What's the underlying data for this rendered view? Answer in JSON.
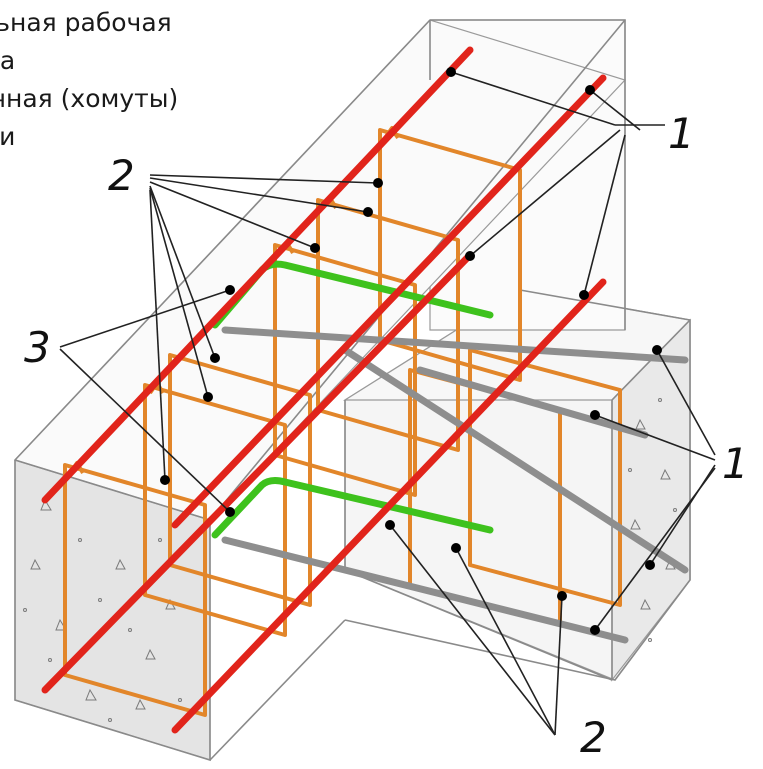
{
  "legend": {
    "line1": "ольная рабочая",
    "line2": "ра",
    "line3": "речная (хомуты)",
    "line4": "ки"
  },
  "callouts": {
    "top_right": "1",
    "top_left": "2",
    "left_middle": "3",
    "right_middle": "1",
    "bottom": "2"
  },
  "colors": {
    "longitudinal_rebar": "#e1241b",
    "bent_rebar": "#3ec21d",
    "secondary_rebar": "#8e8e8e",
    "stirrups": "#e2862a",
    "concrete_edges": "#8a8a8a",
    "concrete_face": "#eeeeee"
  }
}
